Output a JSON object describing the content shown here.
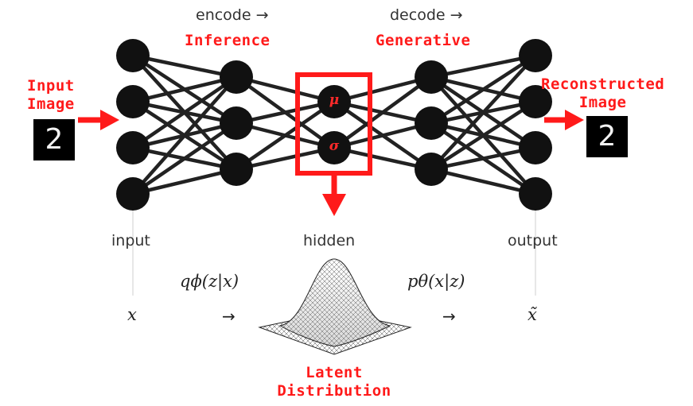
{
  "layers": {
    "encode_label": "encode →",
    "decode_label": "decode →",
    "input_label": "input",
    "hidden_label": "hidden",
    "output_label": "output"
  },
  "annotations": {
    "inference": "Inference",
    "generative": "Generative",
    "input_image": "Input\nImage",
    "reconstructed_image": "Reconstructed\nImage",
    "latent_distribution": "Latent\nDistribution",
    "mu": "μ",
    "sigma": "σ"
  },
  "math": {
    "encoder": "qϕ(z|x)",
    "decoder": "pθ(x|z)",
    "x": "x",
    "x_tilde": "x̃",
    "arrow": "→"
  },
  "images": {
    "input_digit": "2",
    "output_digit": "2"
  },
  "colors": {
    "accent_red": "#ff1a1a",
    "node": "#111111",
    "edge": "#222222",
    "text": "#333333"
  }
}
